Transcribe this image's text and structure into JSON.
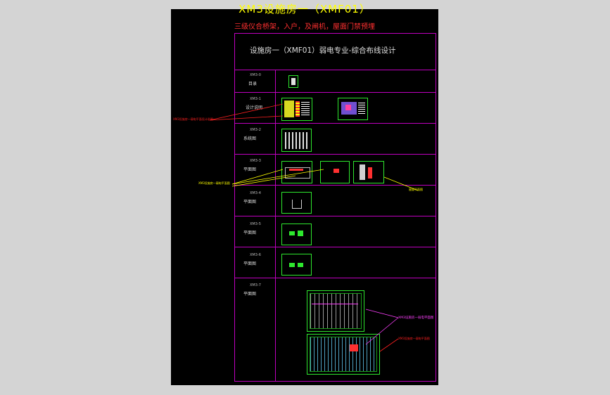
{
  "title": "XM3设施房一（XMF01）",
  "subtitle": "三级仪合桥架，入户，及闸机，屋面门禁预埋",
  "header": "设施房一（XMF01）弱电专业-综合布线设计",
  "rows": [
    {
      "code": "XM3-0",
      "label": "目录"
    },
    {
      "code": "XM3-1",
      "label": "设计说明"
    },
    {
      "code": "XM3-2",
      "label": "系统图"
    },
    {
      "code": "XM3-3",
      "label": "平面图"
    },
    {
      "code": "XM3-4",
      "label": "平面图"
    },
    {
      "code": "XM3-5",
      "label": "平面图"
    },
    {
      "code": "XM3-6",
      "label": "平面图"
    },
    {
      "code": "XM3-7",
      "label": "平面图"
    }
  ],
  "annotations": {
    "red_left": "XM3设施房一弱电平面设计说明",
    "yellow_left": "XM3设施房一弱电平面图",
    "yellow_right": "屋面平面图",
    "magenta_right": "XM3设施房一弱电平面图",
    "red_right": "XM3设施房一弱电平面图"
  },
  "colors": {
    "frame": "#c000c0",
    "sheet_border": "#2ee82e",
    "title": "#ffff00",
    "subtitle": "#ff3030",
    "background": "#000000"
  }
}
